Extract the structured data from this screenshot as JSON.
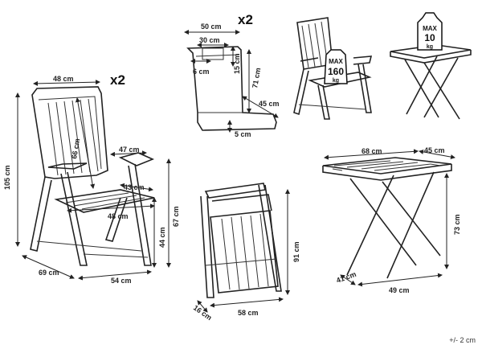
{
  "multipliers": {
    "chairs": "x2",
    "cushions": "x2"
  },
  "chair": {
    "backrest_width": "48 cm",
    "backrest_height": "66 cm",
    "total_height": "105 cm",
    "armrest_length": "47 cm",
    "seat_depth": "43 cm",
    "seat_width": "48 cm",
    "depth": "69 cm",
    "width": "54 cm",
    "seat_height": "44 cm",
    "arm_height": "67 cm"
  },
  "cushion": {
    "width": "50 cm",
    "head_width": "30 cm",
    "head_height": "15 cm",
    "strap": "6 cm",
    "length": "71 cm",
    "seat_length": "45 cm",
    "thickness": "5 cm"
  },
  "load_badges": {
    "chair": {
      "line1": "MAX",
      "line2": "160",
      "line3": "kg"
    },
    "tray": {
      "line1": "MAX",
      "line2": "10",
      "line3": "kg"
    }
  },
  "folded_chair": {
    "height": "91 cm",
    "width": "58 cm",
    "thickness": "16 cm"
  },
  "table": {
    "top_length": "68 cm",
    "top_width": "45 cm",
    "height": "73 cm",
    "depth": "41 cm",
    "width": "49 cm"
  },
  "tolerance": "+/- 2 cm"
}
